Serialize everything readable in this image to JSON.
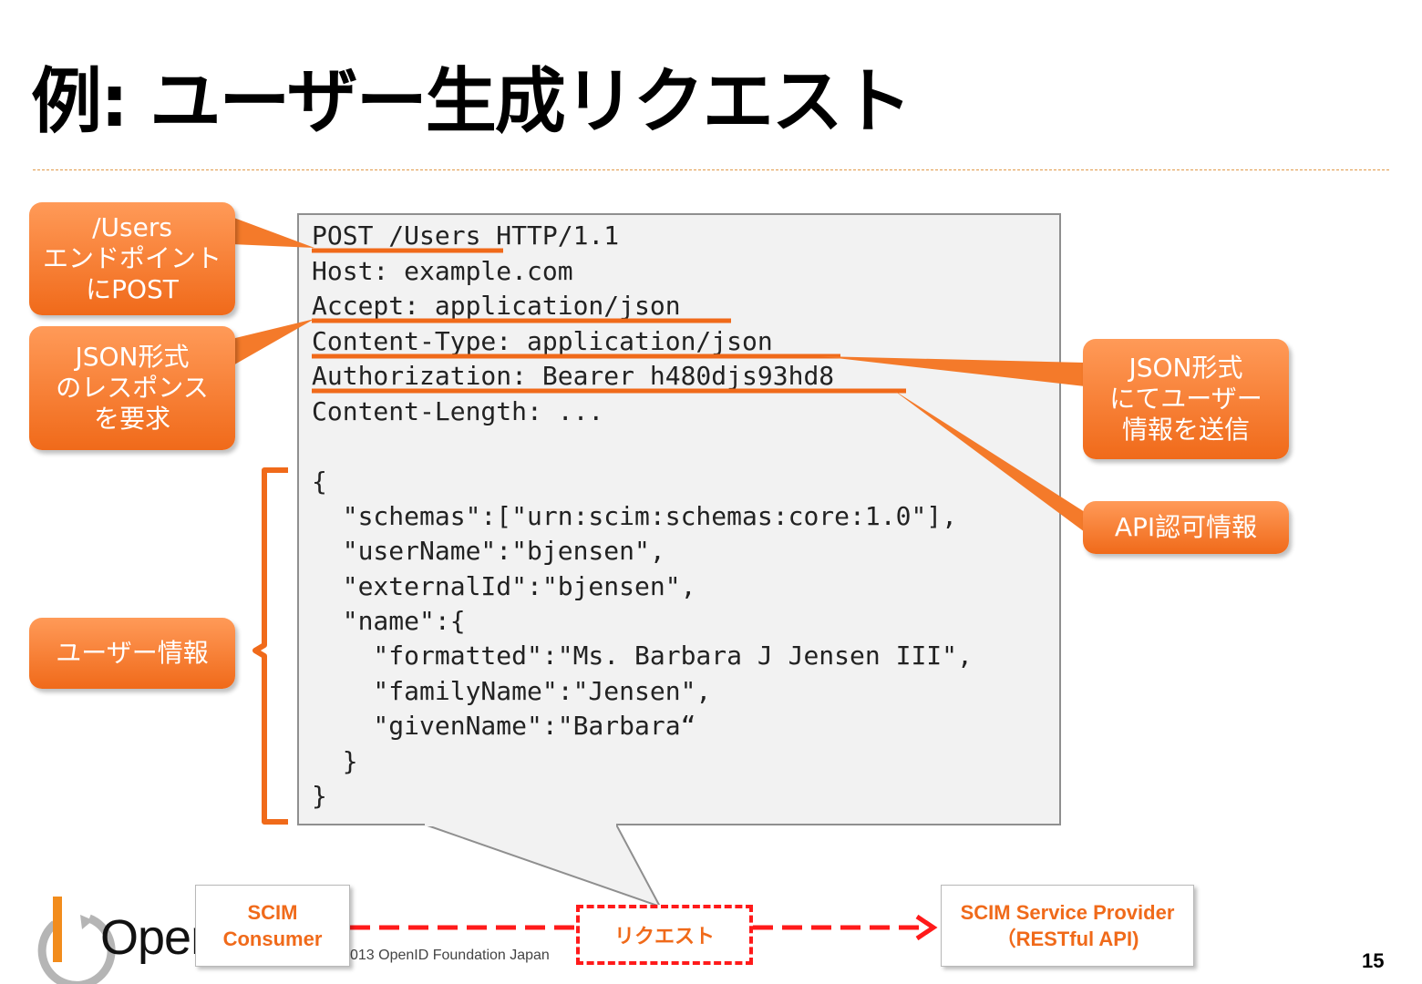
{
  "slide": {
    "title": "例: ユーザー生成リクエスト",
    "page_number": "15",
    "copyright": "013  OpenID Foundation Japan",
    "logo_text": "Open"
  },
  "code": {
    "lines": [
      "POST /Users HTTP/1.1",
      "Host: example.com",
      "Accept: application/json",
      "Content-Type: application/json",
      "Authorization: Bearer h480djs93hd8",
      "Content-Length: ...",
      "",
      "{",
      "  \"schemas\":[\"urn:scim:schemas:core:1.0\"],",
      "  \"userName\":\"bjensen\",",
      "  \"externalId\":\"bjensen\",",
      "  \"name\":{",
      "    \"formatted\":\"Ms. Barbara J Jensen III\",",
      "    \"familyName\":\"Jensen\",",
      "    \"givenName\":\"Barbara“",
      "  }",
      "}"
    ]
  },
  "callouts": {
    "users_endpoint": [
      "/Users",
      "エンドポイント",
      "にPOST"
    ],
    "json_response": [
      "JSON形式",
      "のレスポンス",
      "を要求"
    ],
    "user_info": [
      "ユーザー情報"
    ],
    "json_send": [
      "JSON形式",
      "にてユーザー",
      "情報を送信"
    ],
    "api_auth": [
      "API認可情報"
    ]
  },
  "flow": {
    "consumer": [
      "SCIM",
      "Consumer"
    ],
    "request": "リクエスト",
    "provider": [
      "SCIM Service Provider",
      "（RESTful API)"
    ]
  },
  "colors": {
    "accent": "#f06a1a",
    "dashed_arrow": "#ff1a1a",
    "code_bg": "#f2f2f2"
  }
}
